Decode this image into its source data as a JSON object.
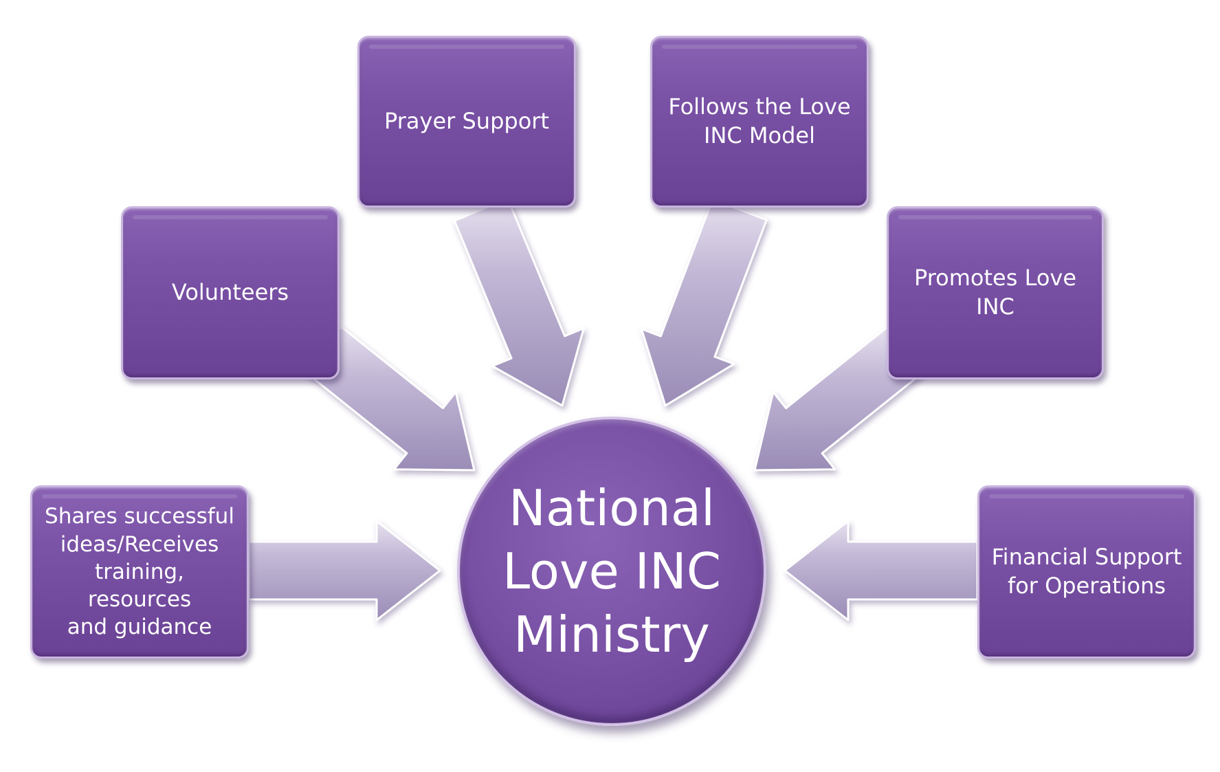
{
  "center": {
    "label": "National\nLove INC\nMinistry"
  },
  "nodes": [
    {
      "id": "prayer",
      "label": "Prayer Support"
    },
    {
      "id": "model",
      "label": "Follows the Love\nINC Model"
    },
    {
      "id": "volunteers",
      "label": "Volunteers"
    },
    {
      "id": "promotes",
      "label": "Promotes Love INC"
    },
    {
      "id": "shares",
      "label": "Shares successful\nideas/Receives\ntraining, resources\nand guidance"
    },
    {
      "id": "financial",
      "label": "Financial Support\nfor Operations"
    }
  ],
  "colors": {
    "node_fill": "#7a52a6",
    "arrow_fill": "#b7a9cf"
  }
}
